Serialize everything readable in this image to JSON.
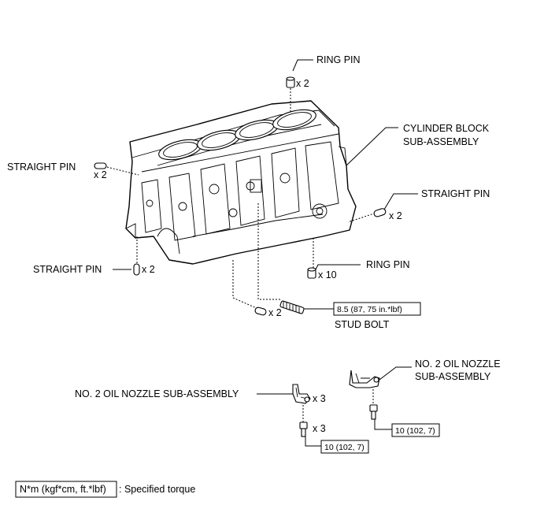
{
  "labels": {
    "ring_pin_top": "RING PIN",
    "ring_pin_top_qty": "x 2",
    "cylinder_block_1": "CYLINDER BLOCK",
    "cylinder_block_2": "SUB-ASSEMBLY",
    "straight_pin_left": "STRAIGHT PIN",
    "straight_pin_left_qty": "x 2",
    "straight_pin_right": "STRAIGHT PIN",
    "straight_pin_right_qty": "x 2",
    "ring_pin_bottom": "RING PIN",
    "ring_pin_bottom_qty": "x 10",
    "straight_pin_bottom": "STRAIGHT PIN",
    "straight_pin_bottom_qty": "x 2",
    "stud_qty": "x 2",
    "stud_torque": "8.5 (87, 75 in.*lbf)",
    "stud_bolt": "STUD BOLT",
    "nozzle_right_1": "NO. 2 OIL NOZZLE",
    "nozzle_right_2": "SUB-ASSEMBLY",
    "nozzle_left": "NO. 2 OIL NOZZLE SUB-ASSEMBLY",
    "nozzle_left_qty": "x 3",
    "bolt_qty": "x 3",
    "torque_right": "10 (102, 7)",
    "torque_left": "10 (102, 7)"
  },
  "legend": {
    "unit_box": "N*m (kgf*cm, ft.*lbf)",
    "description": ": Specified torque"
  }
}
